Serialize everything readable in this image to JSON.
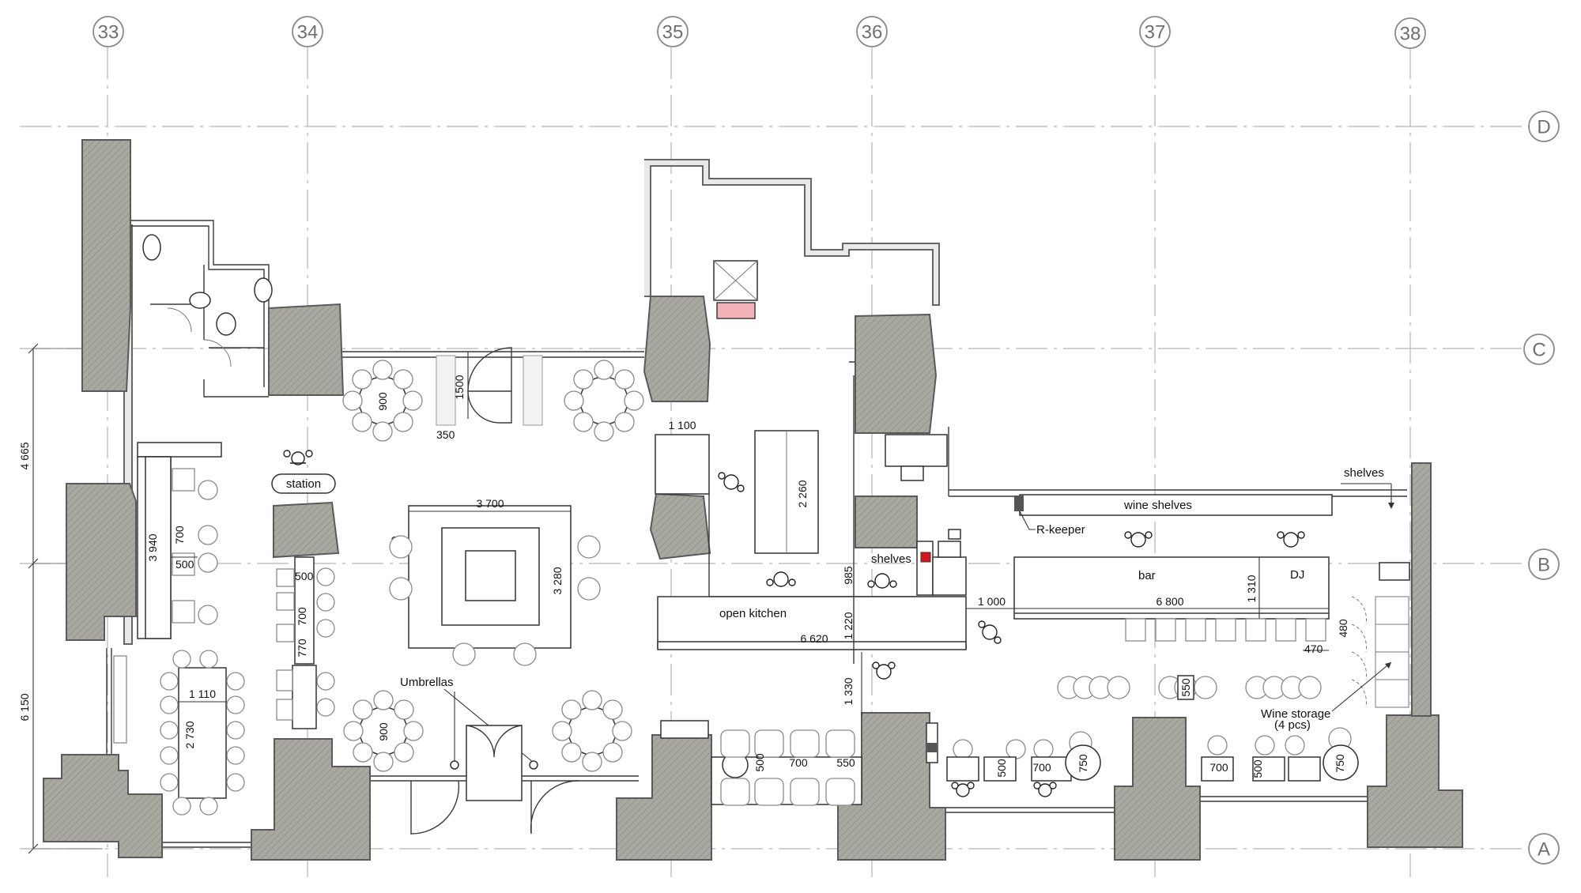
{
  "grid": {
    "columns": [
      "33",
      "34",
      "35",
      "36",
      "37",
      "38"
    ],
    "rows": [
      "D",
      "C",
      "B",
      "A"
    ]
  },
  "labels": {
    "station": "station",
    "open_kitchen": "open kitchen",
    "bar": "bar",
    "dj": "DJ",
    "wine_shelves": "wine shelves",
    "shelves_top": "shelves",
    "shelves_kitchen": "shelves",
    "r_keeper": "R-keeper",
    "umbrellas": "Umbrellas",
    "wine_storage_1": "Wine storage",
    "wine_storage_2": "(4 pcs)"
  },
  "dimensions": {
    "left_upper": "4 665",
    "left_lower": "6 150",
    "bar_counter_len": "3 940",
    "seat_700a": "700",
    "seat_500a": "500",
    "seat_500b": "500",
    "seat_700b": "700",
    "gap_770": "770",
    "table_1110": "1 110",
    "table_2730": "2 730",
    "round_900_top": "900",
    "entry_1500": "1500",
    "planter_350": "350",
    "sq_3700": "3 700",
    "sq_3280": "3 280",
    "sq_550": "550",
    "k_1100": "1 100",
    "k_2260": "2 260",
    "k_985": "985",
    "k_1220": "1 220",
    "k_6620": "6 620",
    "k_1330": "1 330",
    "bar_1000": "1 000",
    "bar_6800": "6 800",
    "bar_1310": "1 310",
    "bar_480": "480",
    "bar_470": "470",
    "round_900_bottom": "900",
    "booth_500": "500",
    "booth_700": "700",
    "booth_550": "550",
    "r_550": "550",
    "w_500a": "500",
    "w_700a": "700",
    "w_750a": "750",
    "w_700b": "700",
    "w_500b": "500",
    "w_750b": "750"
  }
}
